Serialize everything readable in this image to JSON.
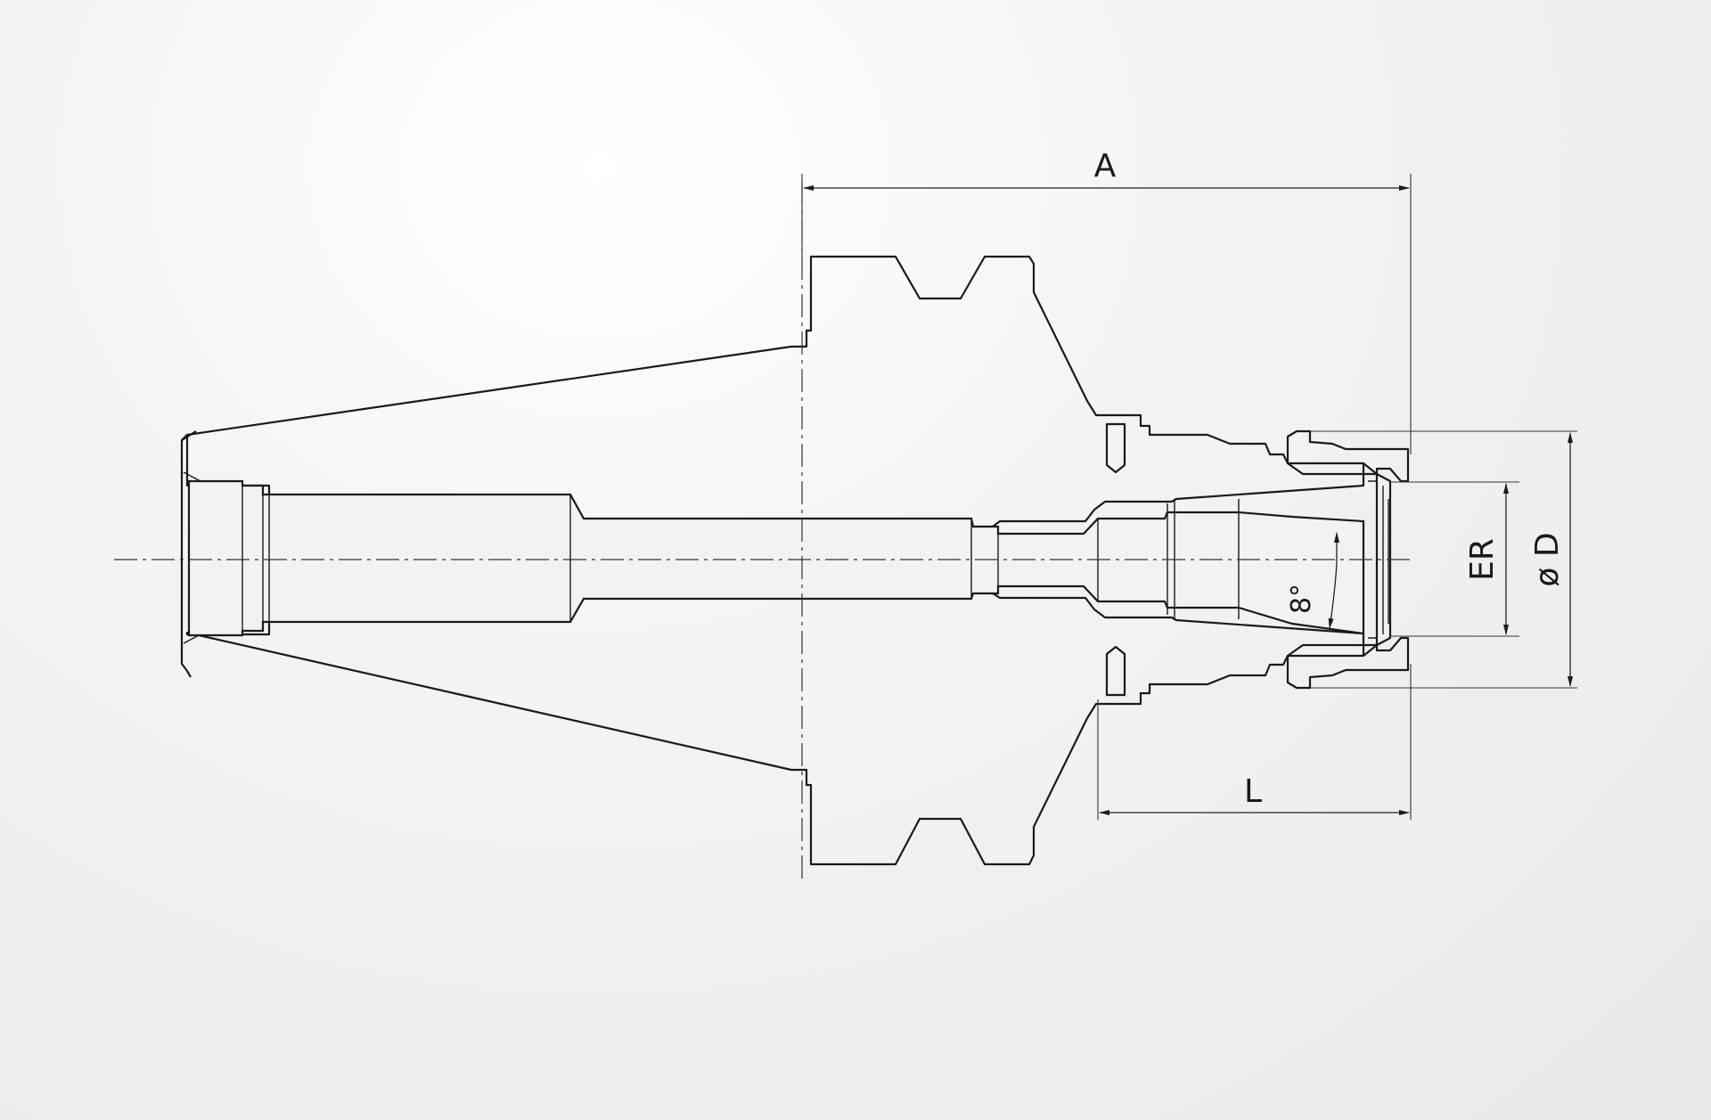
{
  "dimensions": {
    "A": "A",
    "L": "L",
    "ER": "ER",
    "D": "ø D",
    "angle": "8°"
  },
  "colors": {
    "line": "#1a1a1a",
    "background": "#ededee"
  }
}
